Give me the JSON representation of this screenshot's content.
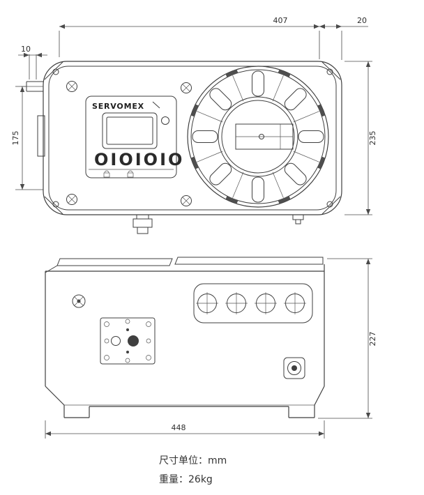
{
  "device": {
    "brand": "SERVOMEX",
    "keypad_symbols": "OIOIOIO"
  },
  "dimensions": {
    "front_width": "407",
    "front_right_offset": "20",
    "front_left_offset": "10",
    "front_left_height": "175",
    "front_height": "235",
    "side_height": "227",
    "side_width": "448"
  },
  "notes": {
    "unit": "尺寸单位：mm",
    "weight": "重量：26kg"
  }
}
